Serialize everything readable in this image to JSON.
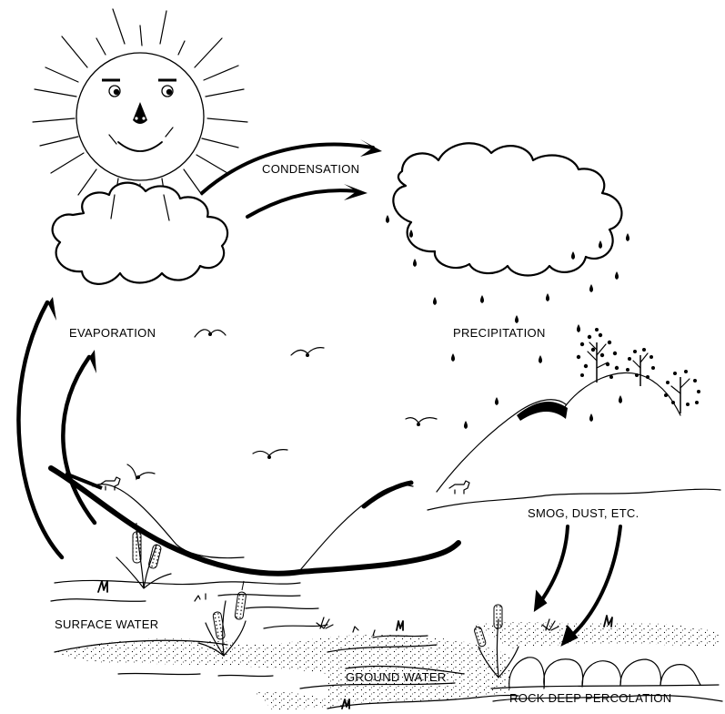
{
  "labels": {
    "condensation": "CONDENSATION",
    "evaporation": "EVAPORATION",
    "precipitation": "PRECIPITATION",
    "smog": "SMOG, DUST, ETC.",
    "surface_water": "SURFACE WATER",
    "ground_water": "GROUND WATER",
    "rock_percolation": "ROCK DEEP PERCOLATION"
  }
}
